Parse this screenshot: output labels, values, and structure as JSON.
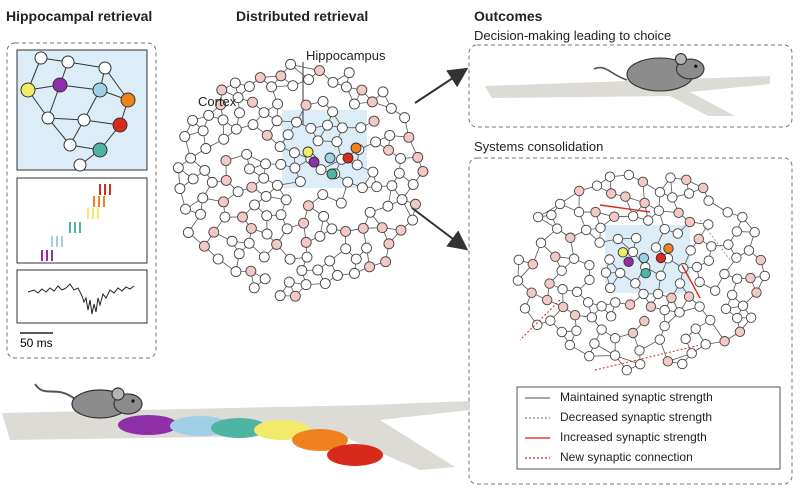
{
  "headings": {
    "hippocampal_retrieval": "Hippocampal retrieval",
    "distributed_retrieval": "Distributed retrieval",
    "outcomes": "Outcomes"
  },
  "labels": {
    "hippocampus": "Hippocampus",
    "cortex": "Cortex",
    "decision": "Decision-making leading to choice",
    "consolidation": "Systems consolidation",
    "scale_bar": "50 ms"
  },
  "legend": [
    {
      "label": "Maintained synaptic strength",
      "style": "solid",
      "color": "#888888"
    },
    {
      "label": "Decreased synaptic strength",
      "style": "dotted",
      "color": "#999999"
    },
    {
      "label": "Increased synaptic strength",
      "style": "solid",
      "color": "#e04040"
    },
    {
      "label": "New synaptic connection",
      "style": "dotted",
      "color": "#e04040"
    }
  ],
  "colors": {
    "purple": "#8e2fa8",
    "light_blue": "#9fd0e6",
    "teal": "#4fb5a3",
    "yellow": "#f2ea6a",
    "orange": "#f0821e",
    "red": "#d82a1c",
    "hippocampus_bg": "#dcedf7",
    "cortex_node": "#f4c8c4",
    "track": "#dddbd6"
  }
}
